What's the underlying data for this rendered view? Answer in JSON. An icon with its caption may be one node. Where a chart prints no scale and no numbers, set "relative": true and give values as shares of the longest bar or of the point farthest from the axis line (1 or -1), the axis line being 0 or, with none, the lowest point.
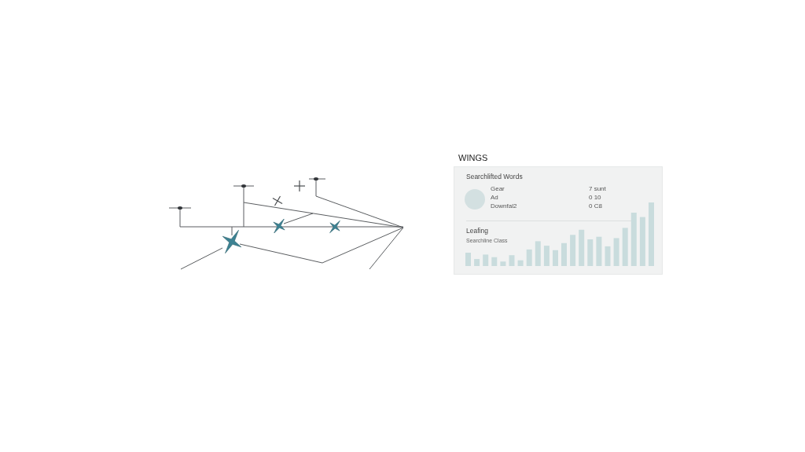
{
  "diagram": {
    "nodes": [
      {
        "text": [
          "WINGS",
          "Searchlifted Words",
          "Gear",
          "7 sunt",
          "Ad",
          "0 10",
          "Downfal2",
          "0 C8",
          "Leafing",
          "Searchline Class"
        ]
      }
    ],
    "chart_data": {
      "type": "bar",
      "relative": true,
      "categories": [
        null,
        null,
        null,
        null,
        null,
        null,
        null,
        null,
        null,
        null,
        null,
        null,
        null,
        null,
        null,
        null,
        null,
        null,
        null,
        null,
        null,
        null
      ],
      "series": [
        {
          "color": "#c9dcdd",
          "values": [
            0.21,
            0.11,
            0.18,
            0.14,
            0.07,
            0.17,
            0.09,
            0.26,
            0.39,
            0.32,
            0.25,
            0.36,
            0.49,
            0.57,
            0.42,
            0.46,
            0.31,
            0.44,
            0.6,
            0.84,
            0.77,
            1.0
          ]
        }
      ]
    }
  }
}
